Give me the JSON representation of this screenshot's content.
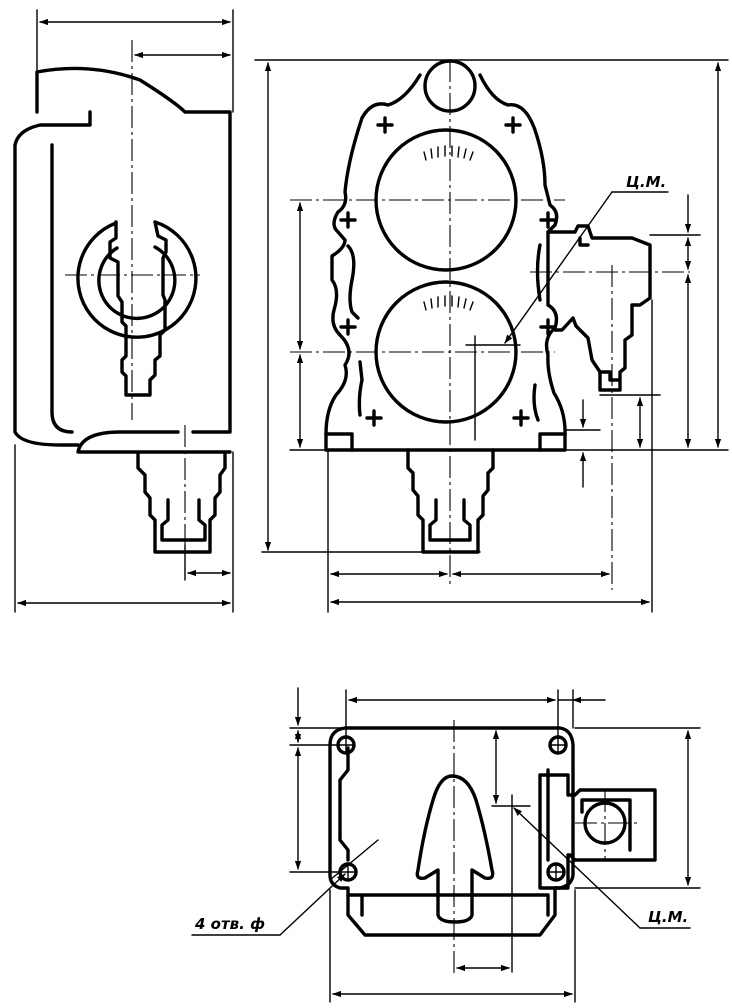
{
  "drawing": {
    "labels": {
      "center_mass_top": "Ц.М.",
      "center_mass_bottom": "Ц.М.",
      "holes": "4 отв. ф"
    },
    "colors": {
      "line": "#000000",
      "background": "#ffffff"
    }
  }
}
